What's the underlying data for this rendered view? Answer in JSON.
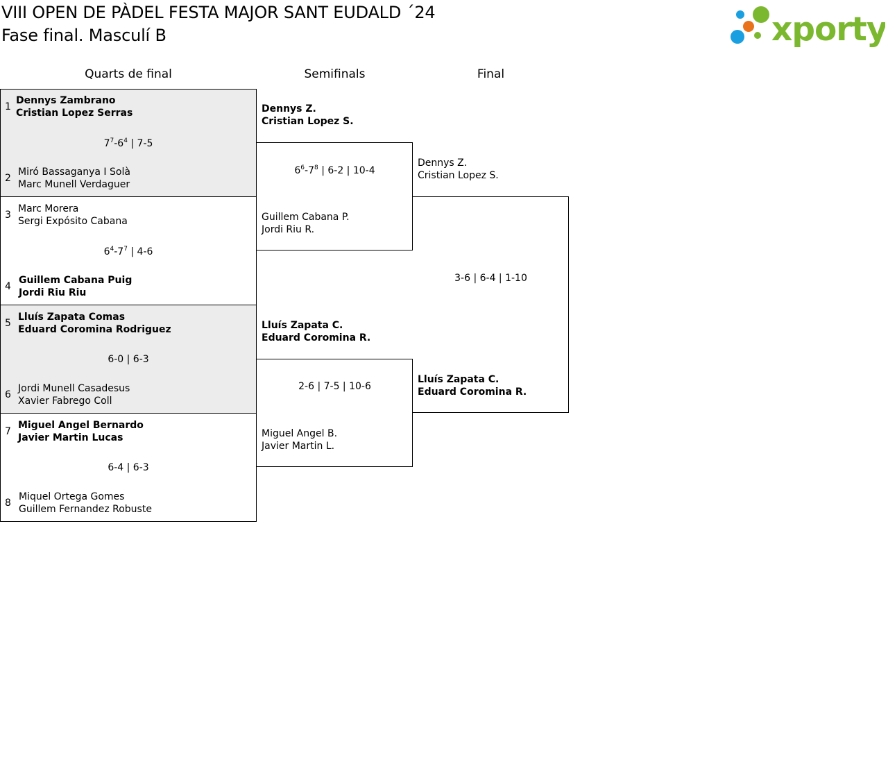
{
  "header": {
    "title": "VIII OPEN DE PÀDEL FESTA MAJOR SANT EUDALD ´24",
    "subtitle": "Fase final. Masculí B",
    "logo_text": "xporty",
    "colors": {
      "logo_green": "#7cb82f",
      "logo_blue": "#1a9fe0",
      "logo_orange": "#e8731c"
    }
  },
  "rounds": {
    "quarterfinals": "Quarts de final",
    "semifinals": "Semifinals",
    "final": "Final"
  },
  "quarterfinals": [
    {
      "seed_a": "1",
      "player_a1": "Dennys Zambrano",
      "player_a2": "Cristian Lopez Serras",
      "a_winner": true,
      "seed_b": "2",
      "player_b1": "Miró Bassaganya I Solà",
      "player_b2": "Marc Munell Verdaguer",
      "b_winner": false,
      "score": {
        "s1": "7",
        "s1_tb": "7",
        "s2": "6",
        "s2_tb": "4",
        "rest": " | 7-5"
      }
    },
    {
      "seed_a": "3",
      "player_a1": "Marc Morera",
      "player_a2": "Sergi Expósito Cabana",
      "a_winner": false,
      "seed_b": "4",
      "player_b1": "Guillem Cabana Puig",
      "player_b2": "Jordi Riu Riu",
      "b_winner": true,
      "score": {
        "s1": "6",
        "s1_tb": "4",
        "s2": "7",
        "s2_tb": "7",
        "rest": " | 4-6"
      }
    },
    {
      "seed_a": "5",
      "player_a1": "Lluís Zapata Comas",
      "player_a2": "Eduard Coromina Rodriguez",
      "a_winner": true,
      "seed_b": "6",
      "player_b1": "Jordi Munell Casadesus",
      "player_b2": "Xavier Fabrego Coll",
      "b_winner": false,
      "score_text": "6-0 | 6-3"
    },
    {
      "seed_a": "7",
      "player_a1": "Miguel Angel Bernardo",
      "player_a2": "Javier Martin Lucas",
      "a_winner": true,
      "seed_b": "8",
      "player_b1": "Miquel Ortega Gomes",
      "player_b2": "Guillem Fernandez Robuste",
      "b_winner": false,
      "score_text": "6-4 | 6-3"
    }
  ],
  "semifinals": [
    {
      "player_a1": "Dennys Z.",
      "player_a2": "Cristian Lopez S.",
      "a_winner": true,
      "player_b1": "Guillem Cabana P.",
      "player_b2": "Jordi Riu R.",
      "b_winner": false,
      "score": {
        "s1": "6",
        "s1_tb": "6",
        "s2": "7",
        "s2_tb": "8",
        "rest": " | 6-2 | 10-4"
      }
    },
    {
      "player_a1": "Lluís Zapata C.",
      "player_a2": "Eduard Coromina R.",
      "a_winner": true,
      "player_b1": "Miguel Angel B.",
      "player_b2": "Javier Martin L.",
      "b_winner": false,
      "score_text": "2-6 | 7-5 | 10-6"
    }
  ],
  "final": {
    "player_a1": "Dennys Z.",
    "player_a2": "Cristian Lopez S.",
    "a_winner": false,
    "player_b1": "Lluís Zapata C.",
    "player_b2": "Eduard Coromina R.",
    "b_winner": true,
    "score_text": "3-6 | 6-4 | 1-10"
  }
}
